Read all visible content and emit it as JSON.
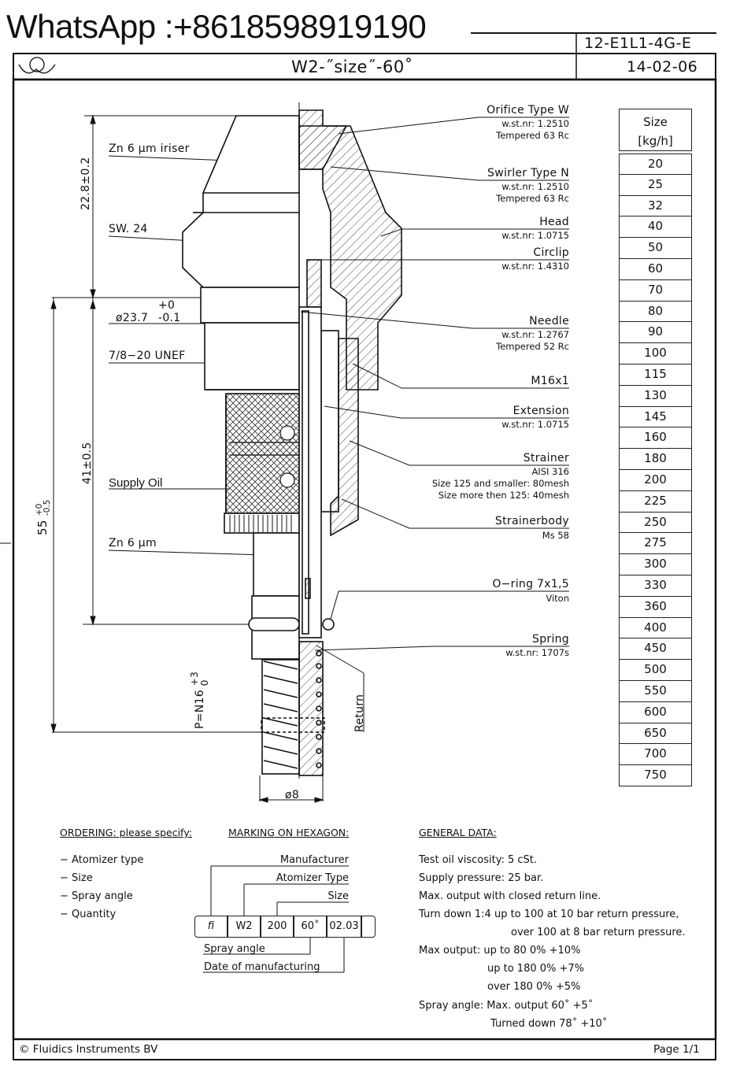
{
  "watermark": "WhatsApp :+8618598919190",
  "header": {
    "code": "12-E1L1-4G-E",
    "title": "W2-˝size˝-60˚",
    "date": "14-02-06"
  },
  "dimensions": {
    "height_upper": "22.8±0.2",
    "height_mid": "41±0.5",
    "height_total_base": "55",
    "height_total_tol_upper": "+0",
    "height_total_tol_lower": "-0.5",
    "diameter_main": "ø23.7",
    "diameter_tol_upper": "+0",
    "diameter_tol_lower": "-0.1",
    "diameter_bottom": "ø8",
    "pressure_label": "P=N16",
    "pressure_base": "0",
    "pressure_tol": "+3",
    "return_label": "Return"
  },
  "left_labels": [
    {
      "id": "zn-iriser",
      "text": "Zn  6  µm  iriser"
    },
    {
      "id": "sw24",
      "text": "SW.  24"
    },
    {
      "id": "thread",
      "text": "7/8−20  UNEF"
    },
    {
      "id": "supply-oil",
      "text": "Supply  Oil"
    },
    {
      "id": "zn6",
      "text": "Zn  6  µm"
    }
  ],
  "callouts": [
    {
      "title": "Orifice  Type  W",
      "lines": [
        "w.st.nr:  1.2510",
        "Tempered  63  Rc"
      ]
    },
    {
      "title": "Swirler  Type  N",
      "lines": [
        "w.st.nr:  1.2510",
        "Tempered  63  Rc"
      ]
    },
    {
      "title": "Head",
      "lines": [
        "w.st.nr:  1.0715"
      ]
    },
    {
      "title": "Circlip",
      "lines": [
        "w.st.nr:  1.4310"
      ]
    },
    {
      "title": "Needle",
      "lines": [
        "w.st.nr:  1.2767",
        "Tempered  52  Rc"
      ]
    },
    {
      "title": "M16x1",
      "lines": []
    },
    {
      "title": "Extension",
      "lines": [
        "w.st.nr:  1.0715"
      ]
    },
    {
      "title": "Strainer",
      "lines": [
        "AISI  316",
        "Size  125  and  smaller:  80mesh",
        "Size  more  then  125:  40mesh"
      ]
    },
    {
      "title": "Strainerbody",
      "lines": [
        "Ms  58"
      ]
    },
    {
      "title": "O−ring  7x1,5",
      "lines": [
        "Viton"
      ]
    },
    {
      "title": "Spring",
      "lines": [
        "w.st.nr:  1707s"
      ]
    }
  ],
  "size_table": {
    "header_line1": "Size",
    "header_line2": "[kg/h]",
    "values": [
      "20",
      "25",
      "32",
      "40",
      "50",
      "60",
      "70",
      "80",
      "90",
      "100",
      "115",
      "130",
      "145",
      "160",
      "180",
      "200",
      "225",
      "250",
      "275",
      "300",
      "330",
      "360",
      "400",
      "450",
      "500",
      "550",
      "600",
      "650",
      "700",
      "750"
    ]
  },
  "ordering": {
    "heading": "ORDERING:  please  specify:",
    "items": [
      "−  Atomizer  type",
      "−  Size",
      "−  Spray  angle",
      "−  Quantity"
    ]
  },
  "marking": {
    "heading": "MARKING  ON  HEXAGON:",
    "labels_top": [
      "Manufacturer",
      "Atomizer  Type",
      "Size"
    ],
    "cells": [
      "fi",
      "W2",
      "200",
      "60˚",
      "02.03"
    ],
    "labels_bottom": [
      "Spray  angle",
      "Date  of  manufacturing"
    ]
  },
  "general": {
    "heading": "GENERAL  DATA:",
    "lines": [
      "Test  oil  viscosity:  5  cSt.",
      "Supply  pressure:  25  bar.",
      "Max.  output  with  closed  return  line.",
      "Turn  down  1:4  up  to  100  at  10  bar  return  pressure,",
      "over  100  at  8  bar  return  pressure.",
      "Max  output:  up  to    80  0%  +10%",
      "up  to  180  0%  +7%",
      "over    180  0%  +5%",
      "Spray  angle:  Max.  output  60˚  +5˚",
      "Turned  down  78˚  +10˚"
    ]
  },
  "footer": {
    "left": "©  Fluidics  Instruments  BV",
    "right": "Page  1/1"
  }
}
